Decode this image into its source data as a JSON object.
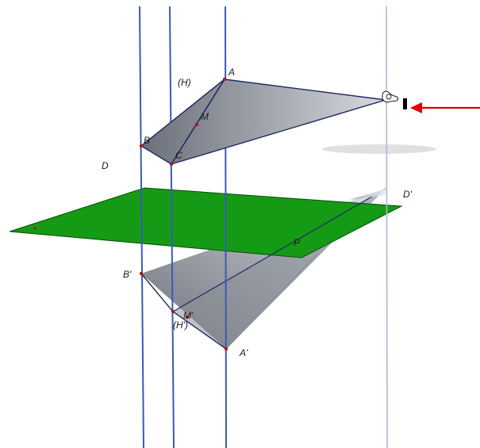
{
  "labels": {
    "point_a": "A",
    "point_b": "B",
    "point_c": "C",
    "point_m": "M",
    "plane_h": "(H)",
    "line_d": "D",
    "point_a_prime": "A'",
    "point_b_prime": "B'",
    "point_m_prime": "M'",
    "plane_h_prime": "(H')",
    "line_d_prime": "D'",
    "plane_p": "P"
  },
  "colors": {
    "plane_p": "#159a15",
    "plane_p_edge": "#0a4d0a",
    "vertical_lines": "#3a5bb5",
    "triangle_fill": "#9a9ea6",
    "triangle_edge": "#1f2a66",
    "points": "#b01818",
    "arrow": "#e00000"
  },
  "icons": {
    "projection_source": "hand-pointer-icon",
    "pointer_arrow": "arrow-left-icon"
  }
}
